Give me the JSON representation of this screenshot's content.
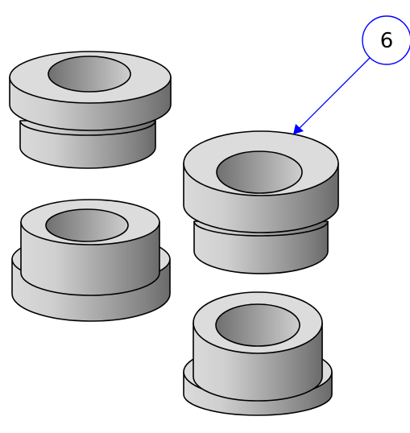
{
  "callout": {
    "label": "6"
  },
  "colors": {
    "outline": "#000000",
    "leader": "#0000ff",
    "face_top": "#dcdcdc",
    "face_side_light": "#d2d2d2",
    "face_side_dark": "#6a6a6a",
    "bore_light": "#c4c4c4",
    "bore_dark": "#6f6f6f",
    "background": "#ffffff"
  },
  "parts": [
    {
      "name": "bushing-top-left",
      "type": "flange-top"
    },
    {
      "name": "bushing-bottom-left",
      "type": "flange-bottom"
    },
    {
      "name": "bushing-middle-right",
      "type": "flange-top"
    },
    {
      "name": "bushing-bottom-right",
      "type": "flange-bottom"
    }
  ]
}
